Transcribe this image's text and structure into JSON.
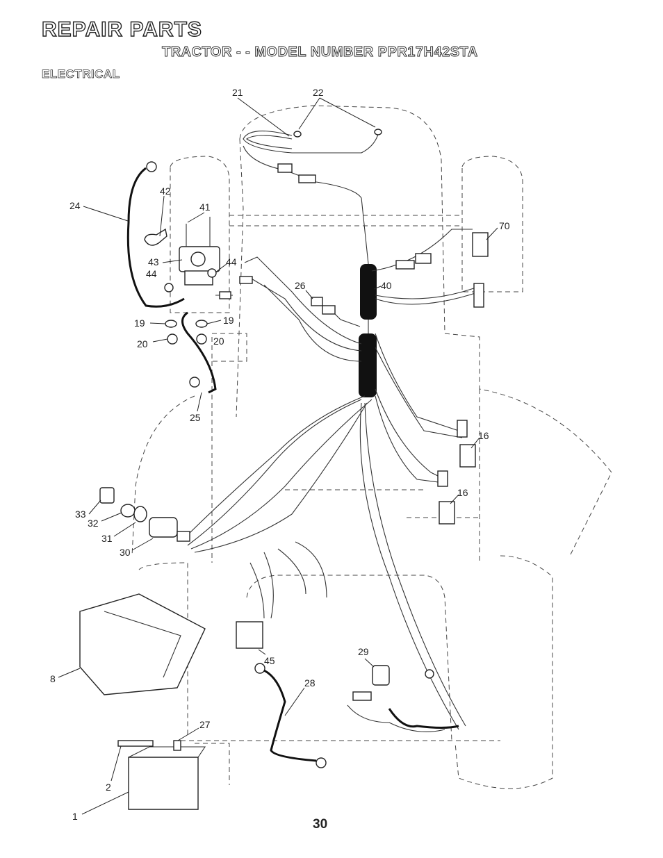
{
  "header": {
    "title": "REPAIR PARTS",
    "subtitle": "TRACTOR - - MODEL NUMBER PPR17H42STA",
    "section": "ELECTRICAL"
  },
  "page_number": "30",
  "callouts": [
    {
      "id": "c21",
      "label": "21"
    },
    {
      "id": "c22",
      "label": "22"
    },
    {
      "id": "c24",
      "label": "24"
    },
    {
      "id": "c42",
      "label": "42"
    },
    {
      "id": "c41",
      "label": "41"
    },
    {
      "id": "c43",
      "label": "43"
    },
    {
      "id": "c44a",
      "label": "44"
    },
    {
      "id": "c44b",
      "label": "44"
    },
    {
      "id": "c19a",
      "label": "19"
    },
    {
      "id": "c19b",
      "label": "19"
    },
    {
      "id": "c20a",
      "label": "20"
    },
    {
      "id": "c20b",
      "label": "20"
    },
    {
      "id": "c25",
      "label": "25"
    },
    {
      "id": "c26",
      "label": "26"
    },
    {
      "id": "c40",
      "label": "40"
    },
    {
      "id": "c70",
      "label": "70"
    },
    {
      "id": "c16a",
      "label": "16"
    },
    {
      "id": "c16b",
      "label": "16"
    },
    {
      "id": "c33",
      "label": "33"
    },
    {
      "id": "c32",
      "label": "32"
    },
    {
      "id": "c31",
      "label": "31"
    },
    {
      "id": "c30",
      "label": "30"
    },
    {
      "id": "c8",
      "label": "8"
    },
    {
      "id": "c45",
      "label": "45"
    },
    {
      "id": "c29",
      "label": "29"
    },
    {
      "id": "c28",
      "label": "28"
    },
    {
      "id": "c27",
      "label": "27"
    },
    {
      "id": "c2",
      "label": "2"
    },
    {
      "id": "c1",
      "label": "1"
    }
  ]
}
